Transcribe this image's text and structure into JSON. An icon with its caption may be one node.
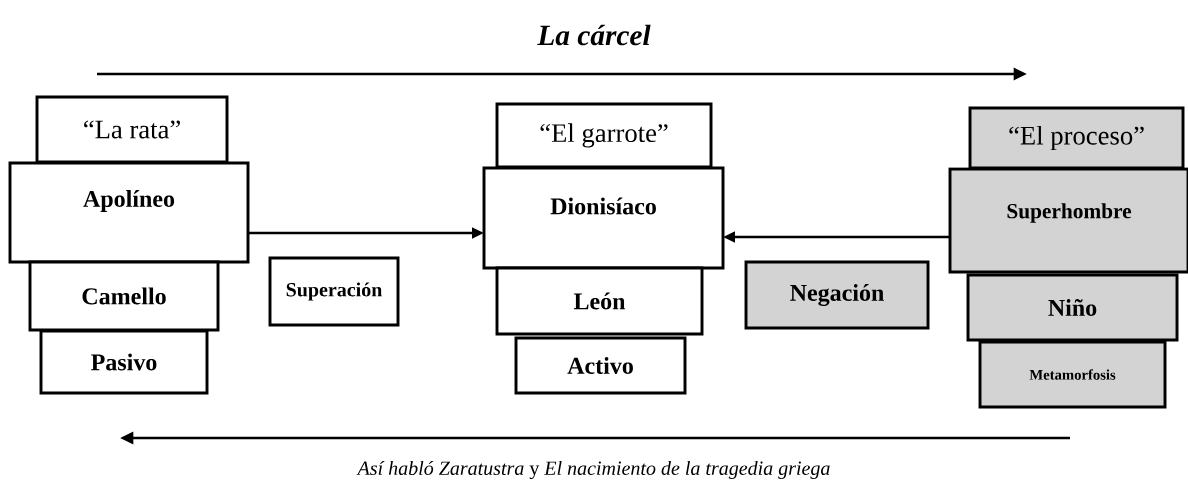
{
  "diagram": {
    "title": "La cárcel",
    "caption": "*Así habló Zaratustra* y *El nacimiento de la tragedia griega*",
    "nodes": [
      {
        "text": [
          "“La rata”"
        ]
      },
      {
        "text": [
          "Apolíneo"
        ]
      },
      {
        "text": [
          "Camello"
        ]
      },
      {
        "text": [
          "Pasivo"
        ]
      },
      {
        "text": [
          "Superación"
        ]
      },
      {
        "text": [
          "“El garrote”"
        ]
      },
      {
        "text": [
          "Dionisíaco"
        ]
      },
      {
        "text": [
          "León"
        ]
      },
      {
        "text": [
          "Activo"
        ]
      },
      {
        "text": [
          "Negación"
        ]
      },
      {
        "text": [
          "“El proceso”"
        ]
      },
      {
        "text": [
          "Superhombre"
        ]
      },
      {
        "text": [
          "Niño"
        ]
      },
      {
        "text": [
          "Metamorfosis"
        ]
      }
    ],
    "edges": [
      {
        "from": 1,
        "to": 6,
        "arrow": "to"
      },
      {
        "from": 11,
        "to": 6,
        "arrow": "to"
      }
    ]
  }
}
